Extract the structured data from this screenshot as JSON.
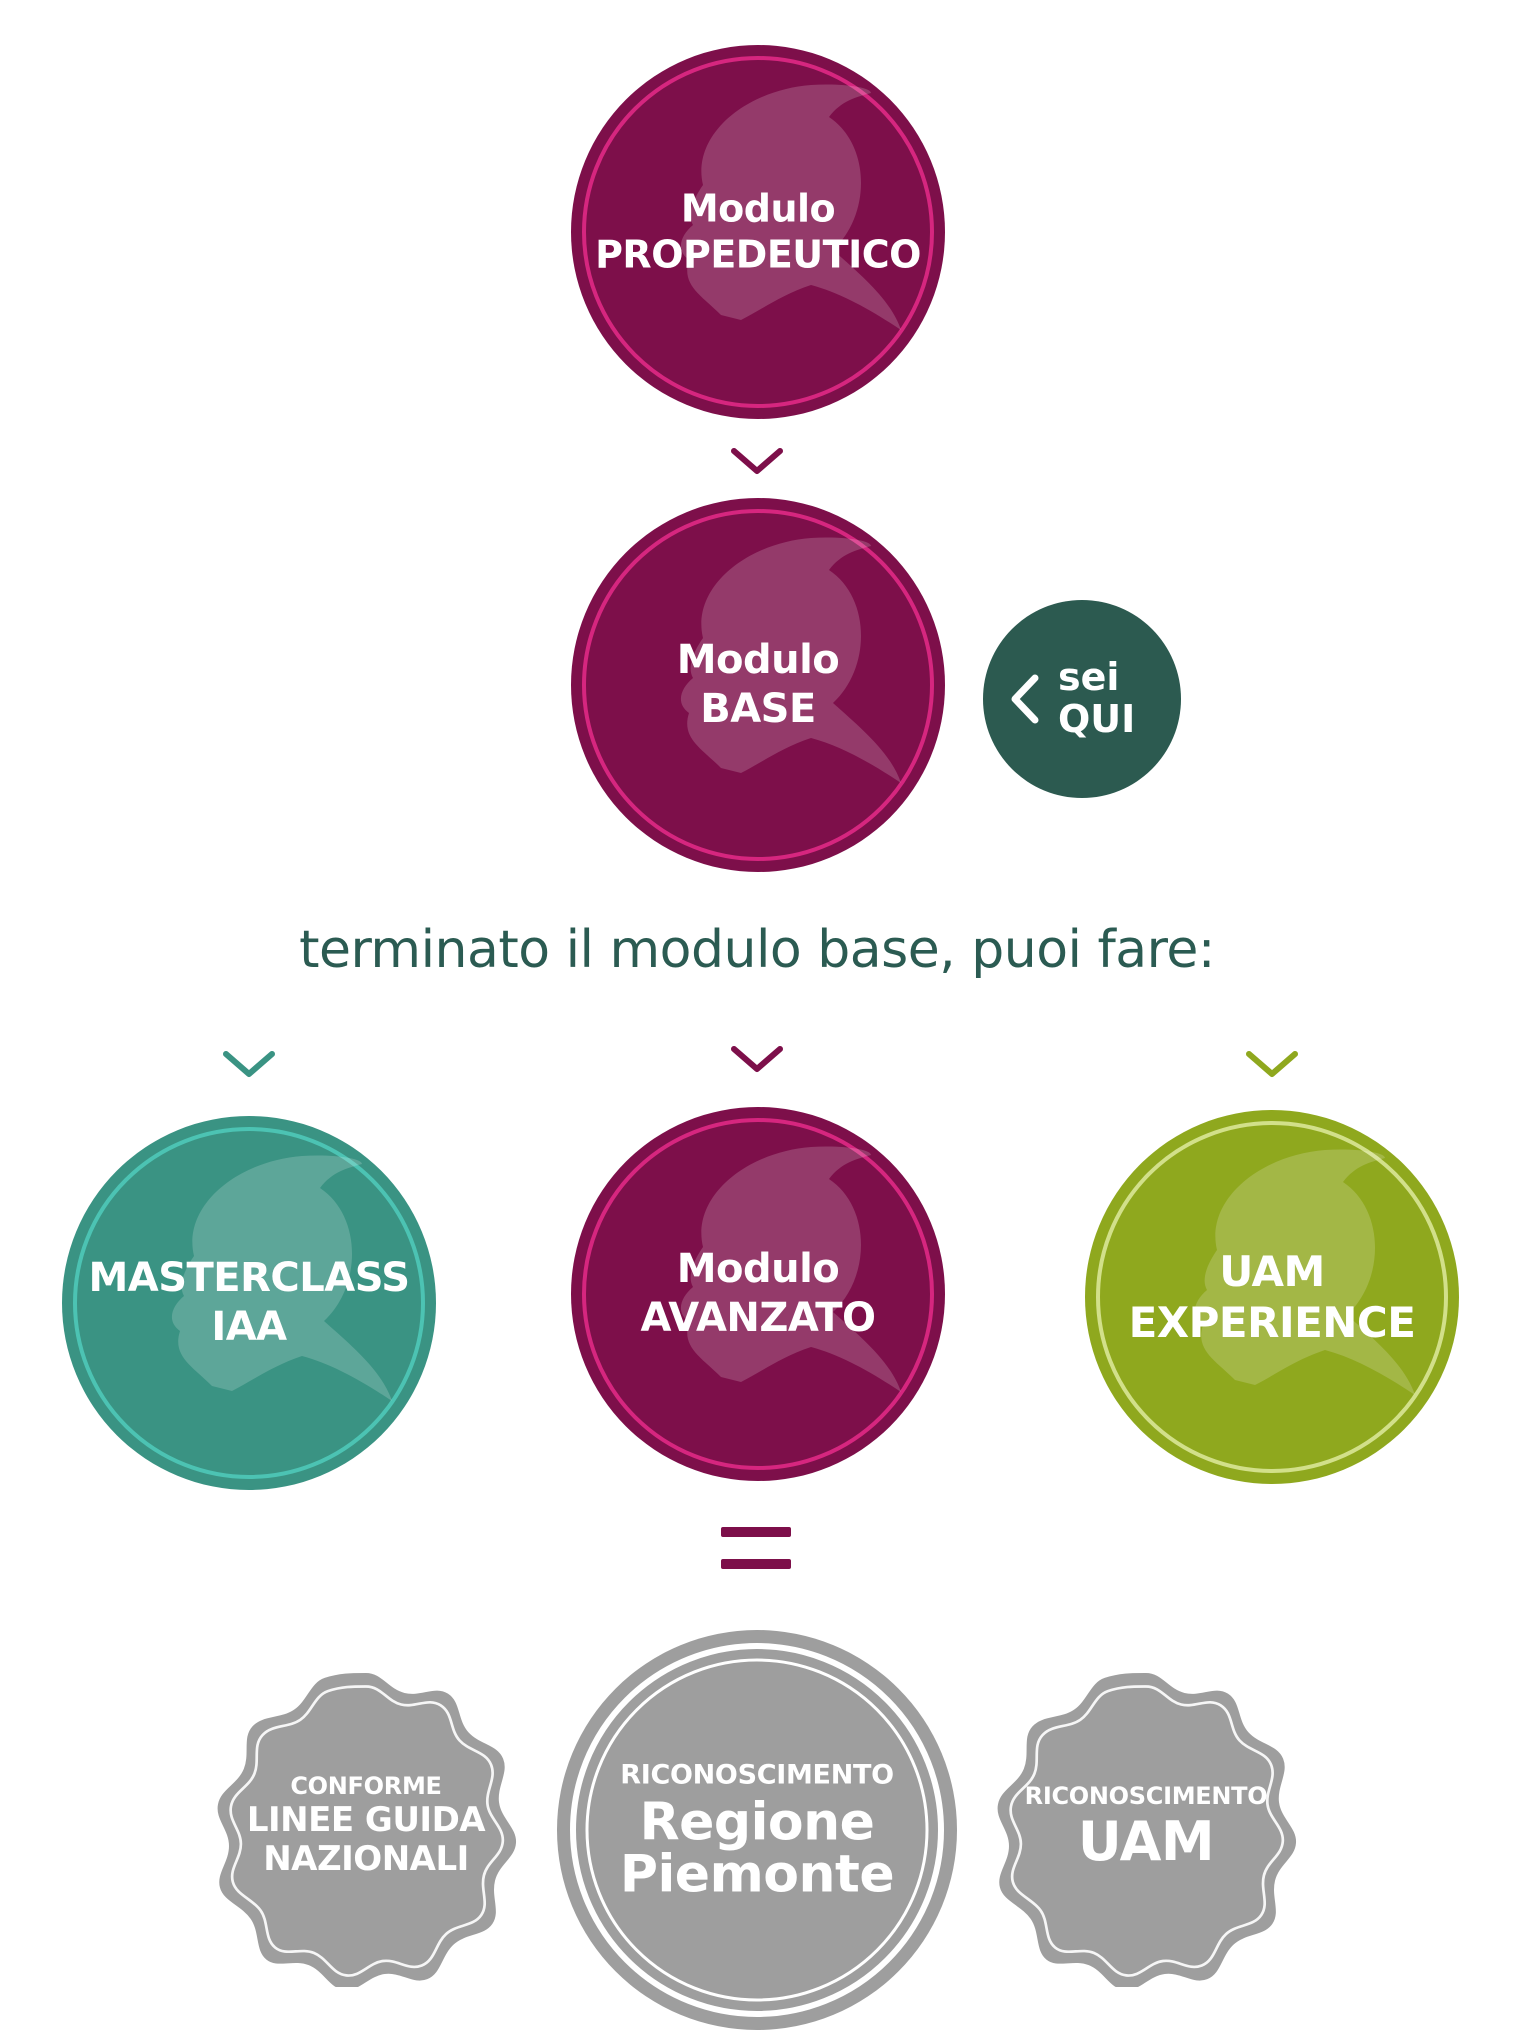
{
  "modules": {
    "propedeutico": {
      "line1": "Modulo",
      "line2": "PROPEDEUTICO",
      "color": "#7d0f4a",
      "ring": "#d6267f"
    },
    "base": {
      "line1": "Modulo",
      "line2": "BASE",
      "color": "#7d0f4a",
      "ring": "#d6267f"
    },
    "masterclass": {
      "line1": "MASTERCLASS",
      "line2": "IAA",
      "color": "#3a9383",
      "ring": "#4cc3b3"
    },
    "avanzato": {
      "line1": "Modulo",
      "line2": "AVANZATO",
      "color": "#7d0f4a",
      "ring": "#d6267f"
    },
    "uam_experience": {
      "line1": "UAM",
      "line2": "EXPERIENCE",
      "color": "#8fa81e",
      "ring": "#d2e08a"
    }
  },
  "you_are_here": {
    "line1": "sei",
    "line2": "QUI",
    "color": "#2c5a50"
  },
  "tagline": "terminato il modulo base, puoi fare:",
  "chevron_colors": {
    "magenta": "#7d0f4a",
    "teal": "#3a9383",
    "green": "#8fa81e"
  },
  "seals": {
    "linee_guida": {
      "top": "CONFORME",
      "line1": "LINEE GUIDA",
      "line2": "NAZIONALI",
      "color": "#9e9e9e"
    },
    "regione": {
      "top": "RICONOSCIMENTO",
      "line1": "Regione",
      "line2": "Piemonte",
      "color": "#9e9e9e"
    },
    "uam": {
      "top": "RICONOSCIMENTO",
      "line1": "UAM",
      "color": "#9e9e9e"
    }
  }
}
